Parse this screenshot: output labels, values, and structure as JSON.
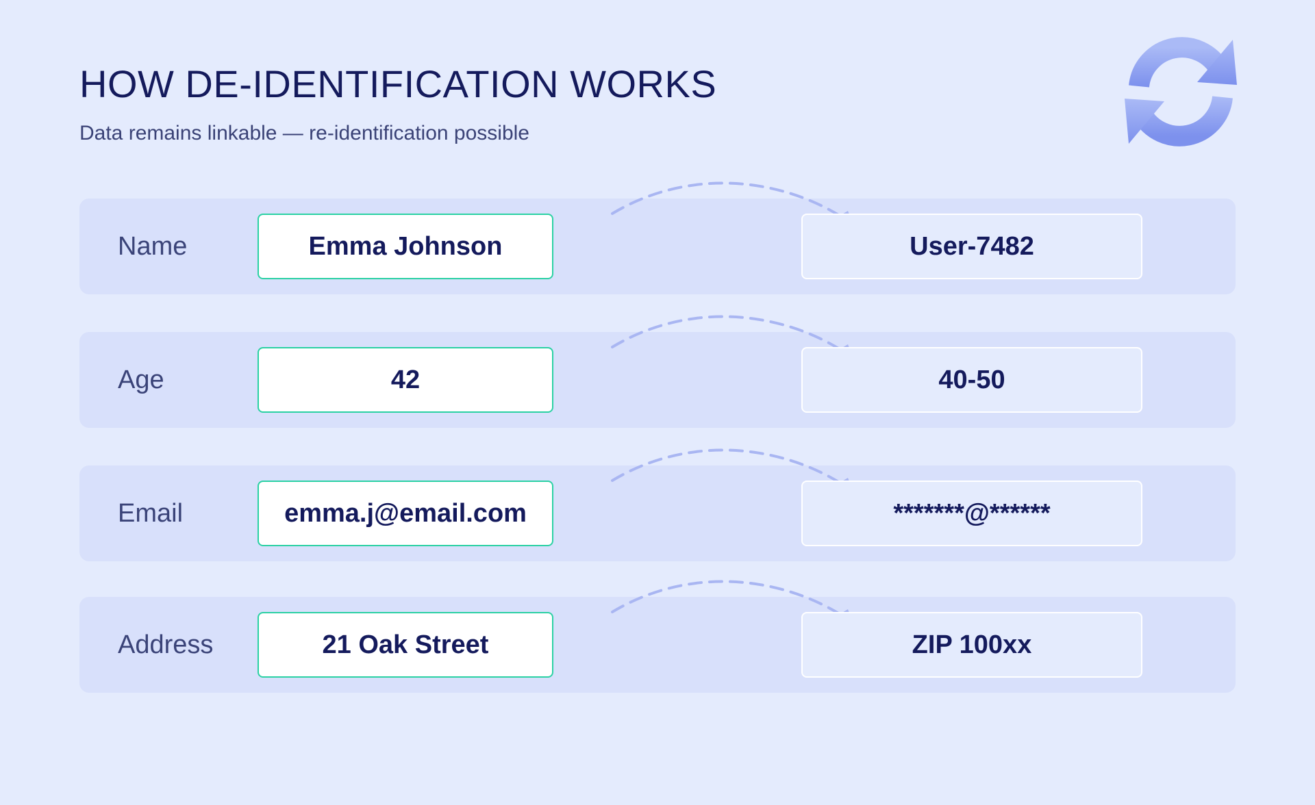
{
  "header": {
    "title": "HOW DE-IDENTIFICATION WORKS",
    "subtitle": "Data remains linkable — re-identification possible",
    "icon": "sync-icon"
  },
  "rows": [
    {
      "label": "Name",
      "original": "Emma Johnson",
      "deidentified": "User-7482"
    },
    {
      "label": "Age",
      "original": "42",
      "deidentified": "40-50"
    },
    {
      "label": "Email",
      "original": "emma.j@email.com",
      "deidentified": "*******@******"
    },
    {
      "label": "Address",
      "original": "21 Oak Street",
      "deidentified": "ZIP 100xx"
    }
  ],
  "colors": {
    "background": "#e4ebfd",
    "row_background": "#d8e0fb",
    "original_border": "#2ad1a3",
    "arrow": "#a9b6f2",
    "icon_light": "#a8b8f6",
    "icon_dark": "#7f93ee",
    "text": "#141a5c"
  }
}
